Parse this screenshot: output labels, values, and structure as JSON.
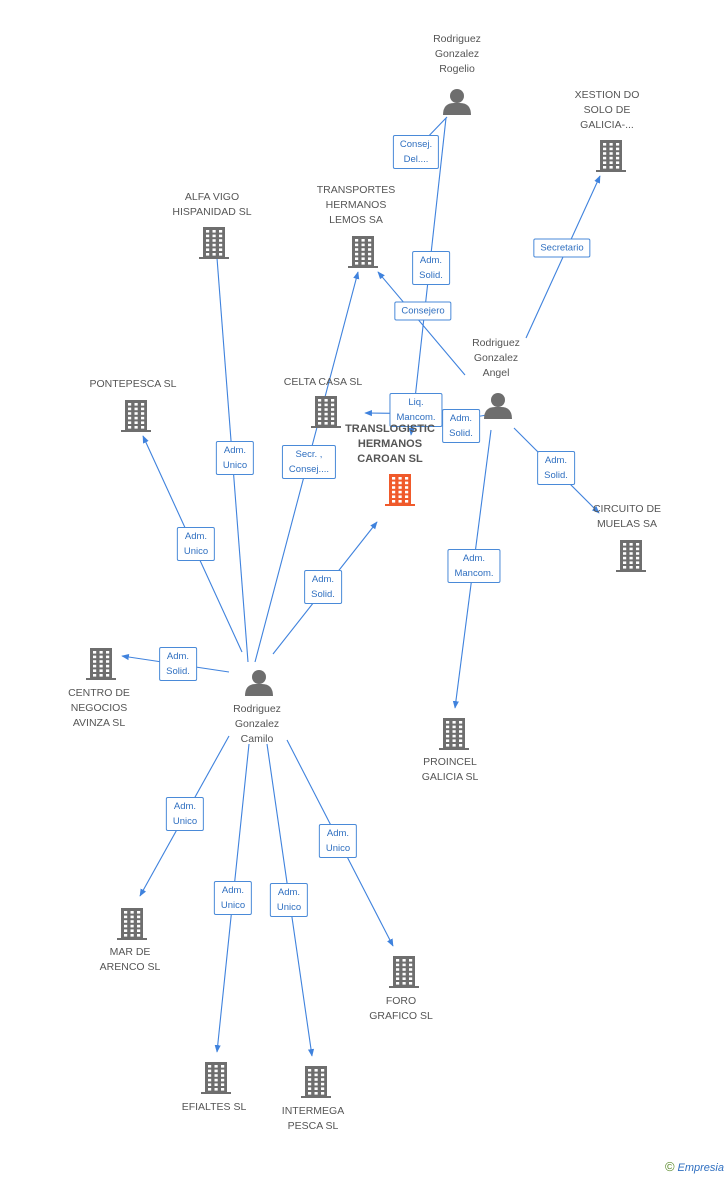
{
  "colors": {
    "edge": "#3f82dd",
    "node": "#6e6e6e",
    "main": "#f05a2b"
  },
  "nodes": [
    {
      "id": "rogelio",
      "type": "person",
      "lines": [
        "Rodriguez",
        "Gonzalez",
        "Rogelio"
      ]
    },
    {
      "id": "xestion",
      "type": "company",
      "lines": [
        "XESTION DO",
        "SOLO DE",
        "GALICIA-..."
      ]
    },
    {
      "id": "alfa",
      "type": "company",
      "lines": [
        "ALFA VIGO",
        "HISPANIDAD SL"
      ]
    },
    {
      "id": "transportes",
      "type": "company",
      "lines": [
        "TRANSPORTES",
        "HERMANOS",
        "LEMOS SA"
      ]
    },
    {
      "id": "angel",
      "type": "person",
      "lines": [
        "Rodriguez",
        "Gonzalez",
        "Angel"
      ]
    },
    {
      "id": "pontepesca",
      "type": "company",
      "lines": [
        "PONTEPESCA SL"
      ]
    },
    {
      "id": "celta",
      "type": "company",
      "lines": [
        "CELTA CASA  SL"
      ]
    },
    {
      "id": "translogistic",
      "type": "main",
      "lines": [
        "TRANSLOGISTIC",
        "HERMANOS",
        "CAROAN SL"
      ]
    },
    {
      "id": "circuito",
      "type": "company",
      "lines": [
        "CIRCUITO DE",
        "MUELAS SA"
      ]
    },
    {
      "id": "centro",
      "type": "company",
      "lines": [
        "CENTRO DE",
        "NEGOCIOS",
        "AVINZA SL"
      ]
    },
    {
      "id": "camilo",
      "type": "person",
      "lines": [
        "Rodriguez",
        "Gonzalez",
        "Camilo"
      ]
    },
    {
      "id": "proincel",
      "type": "company",
      "lines": [
        "PROINCEL",
        "GALICIA SL"
      ]
    },
    {
      "id": "mar",
      "type": "company",
      "lines": [
        "MAR DE",
        "ARENCO SL"
      ]
    },
    {
      "id": "foro",
      "type": "company",
      "lines": [
        "FORO",
        "GRAFICO SL"
      ]
    },
    {
      "id": "efialtes",
      "type": "company",
      "lines": [
        "EFIALTES SL"
      ]
    },
    {
      "id": "intermega",
      "type": "company",
      "lines": [
        "INTERMEGA",
        "PESCA SL"
      ]
    }
  ],
  "edges": [
    {
      "from": "rogelio",
      "to": "transportes",
      "label": [
        "Consej.",
        "Del...."
      ]
    },
    {
      "from": "rogelio",
      "to": "translogistic",
      "label": [
        "Adm.",
        "Solid."
      ]
    },
    {
      "from": "angel",
      "to": "xestion",
      "label": [
        "Secretario"
      ]
    },
    {
      "from": "angel",
      "to": "transportes",
      "label": [
        "Consejero"
      ]
    },
    {
      "from": "angel",
      "to": "celta",
      "label": [
        "Liq.",
        "Mancom."
      ]
    },
    {
      "from": "angel",
      "to": "translogistic",
      "label": [
        "Adm.",
        "Solid."
      ]
    },
    {
      "from": "angel",
      "to": "circuito",
      "label": [
        "Adm.",
        "Solid."
      ]
    },
    {
      "from": "angel",
      "to": "proincel",
      "label": [
        "Adm.",
        "Mancom."
      ]
    },
    {
      "from": "camilo",
      "to": "alfa",
      "label": [
        "Adm.",
        "Unico"
      ]
    },
    {
      "from": "camilo",
      "to": "transportes",
      "label": [
        "Secr. ,",
        "Consej...."
      ]
    },
    {
      "from": "camilo",
      "to": "pontepesca",
      "label": [
        "Adm.",
        "Unico"
      ]
    },
    {
      "from": "camilo",
      "to": "translogistic",
      "label": [
        "Adm.",
        "Solid."
      ]
    },
    {
      "from": "camilo",
      "to": "centro",
      "label": [
        "Adm.",
        "Solid."
      ]
    },
    {
      "from": "camilo",
      "to": "mar",
      "label": [
        "Adm.",
        "Unico"
      ]
    },
    {
      "from": "camilo",
      "to": "efialtes",
      "label": [
        "Adm.",
        "Unico"
      ]
    },
    {
      "from": "camilo",
      "to": "intermega",
      "label": [
        "Adm.",
        "Unico"
      ]
    },
    {
      "from": "camilo",
      "to": "foro",
      "label": [
        "Adm.",
        "Unico"
      ]
    }
  ],
  "footer": {
    "copyright": "©",
    "brand": "Empresia"
  }
}
